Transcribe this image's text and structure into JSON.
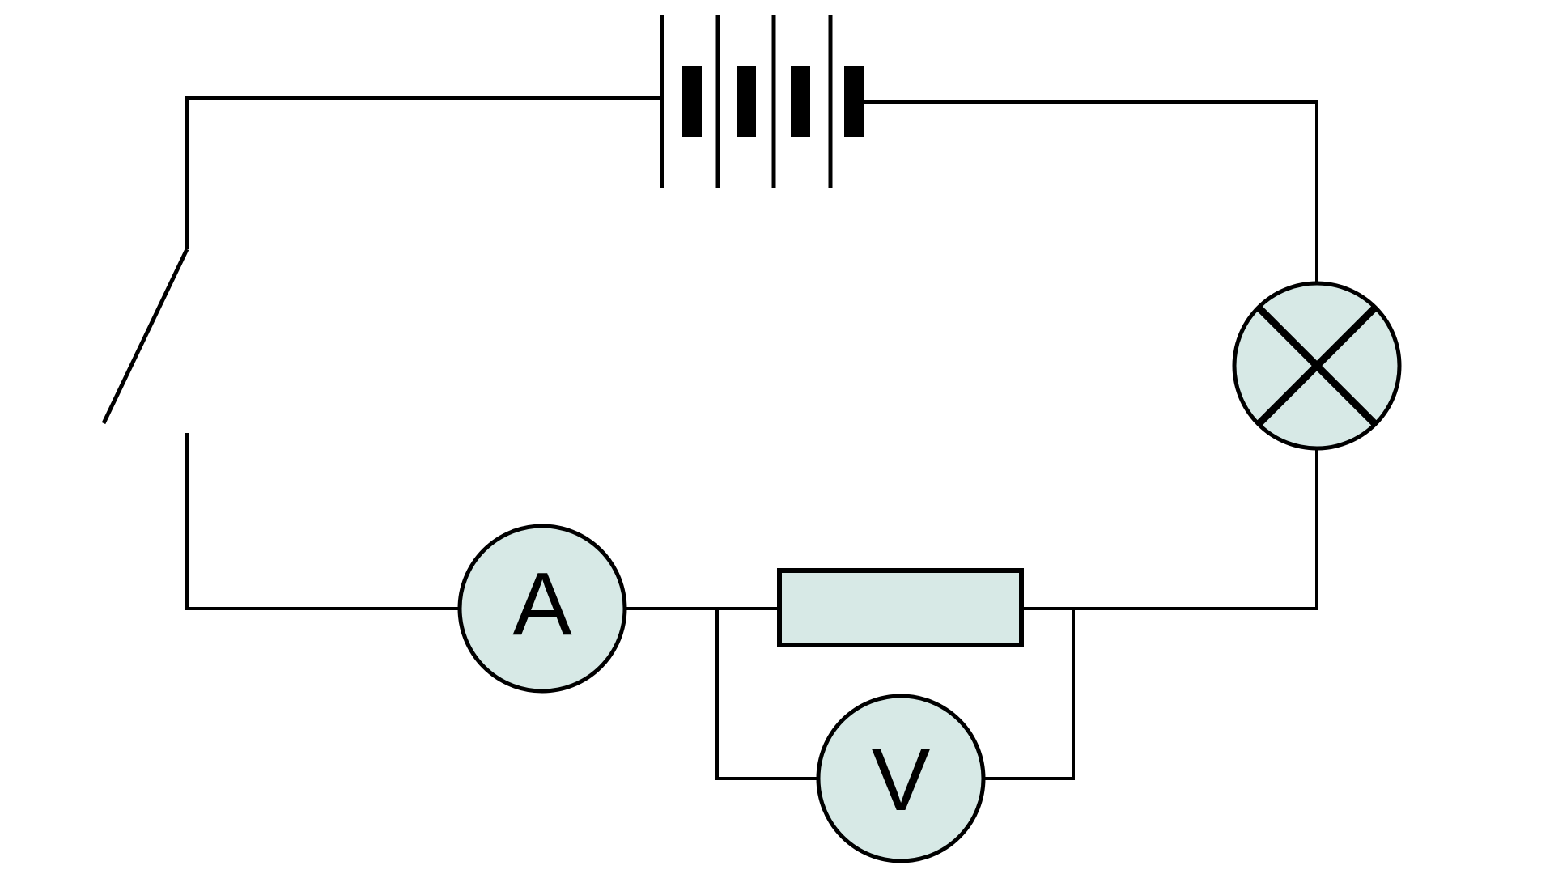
{
  "diagram": {
    "background_color": "#ffffff",
    "line_color": "#000000",
    "text_color": "#000000",
    "component_fill": "#d7e9e6",
    "components": {
      "battery": {
        "kind": "battery-pack",
        "cells": 4
      },
      "switch": {
        "kind": "switch",
        "state": "open"
      },
      "lamp": {
        "kind": "lamp",
        "symbol": "circle-with-cross"
      },
      "ammeter": {
        "kind": "ammeter",
        "label": "A"
      },
      "resistor": {
        "kind": "resistor",
        "symbol": "rectangle"
      },
      "voltmeter": {
        "kind": "voltmeter",
        "label": "V",
        "connection": "parallel-across-resistor"
      }
    }
  }
}
